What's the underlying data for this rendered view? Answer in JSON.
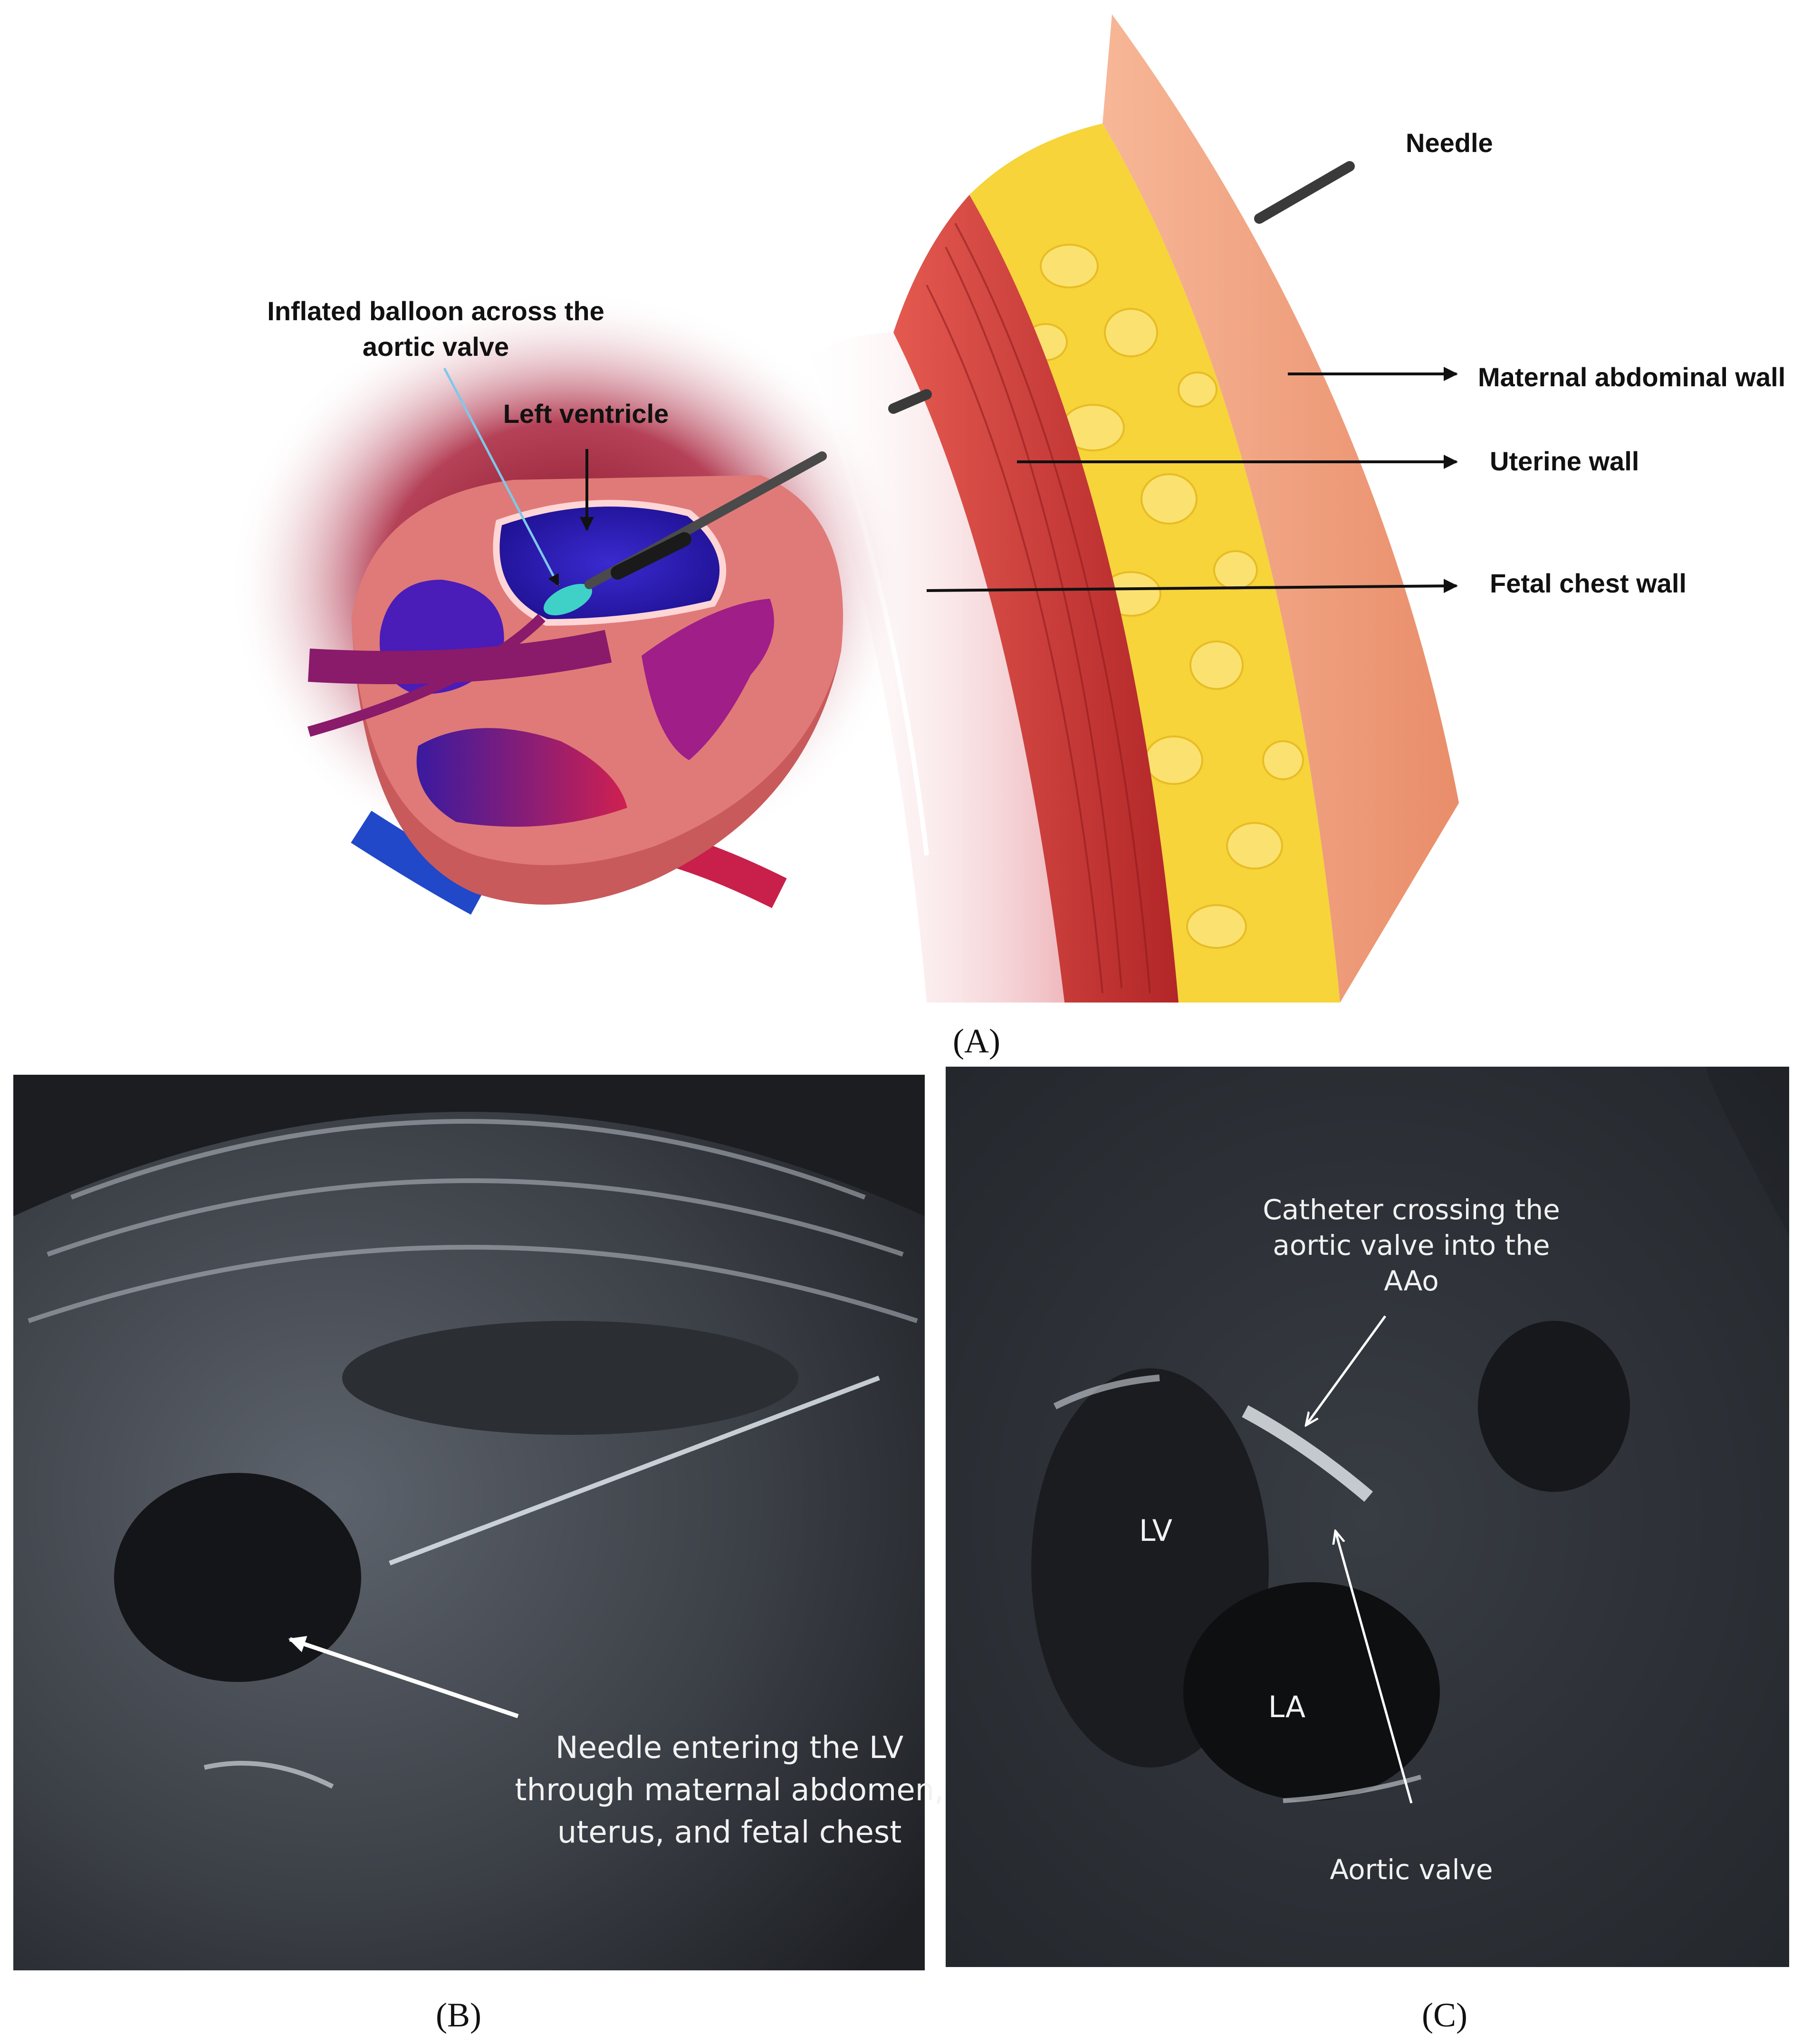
{
  "panel_a": {
    "panel_label": "(A)",
    "labels": {
      "needle": "Needle",
      "maternal_wall": "Maternal abdominal wall",
      "uterine_wall": "Uterine wall",
      "fetal_chest_wall": "Fetal chest wall",
      "balloon_line1": "Inflated balloon across the",
      "balloon_line2": "aortic valve",
      "left_ventricle": "Left ventricle"
    }
  },
  "panel_b": {
    "panel_label": "(B)",
    "annotation_line1": "Needle entering the LV",
    "annotation_line2": "through maternal abdomen,",
    "annotation_line3": "uterus, and fetal chest"
  },
  "panel_c": {
    "panel_label": "(C)",
    "catheter_line1": "Catheter crossing the",
    "catheter_line2": "aortic valve into the",
    "catheter_line3": "AAo",
    "lv": "LV",
    "la": "LA",
    "aortic_valve": "Aortic valve"
  },
  "colors": {
    "maternal_wall": "#f0a080",
    "fat_layer": "#f6d43a",
    "uterine_muscle": "#c8302e",
    "fetal_chest": "#f3c9cc",
    "myocardium": "#e07a78",
    "left_ventricle_cavity": "#2a1aa8",
    "ultrasound_bg": "#1b1d21"
  }
}
